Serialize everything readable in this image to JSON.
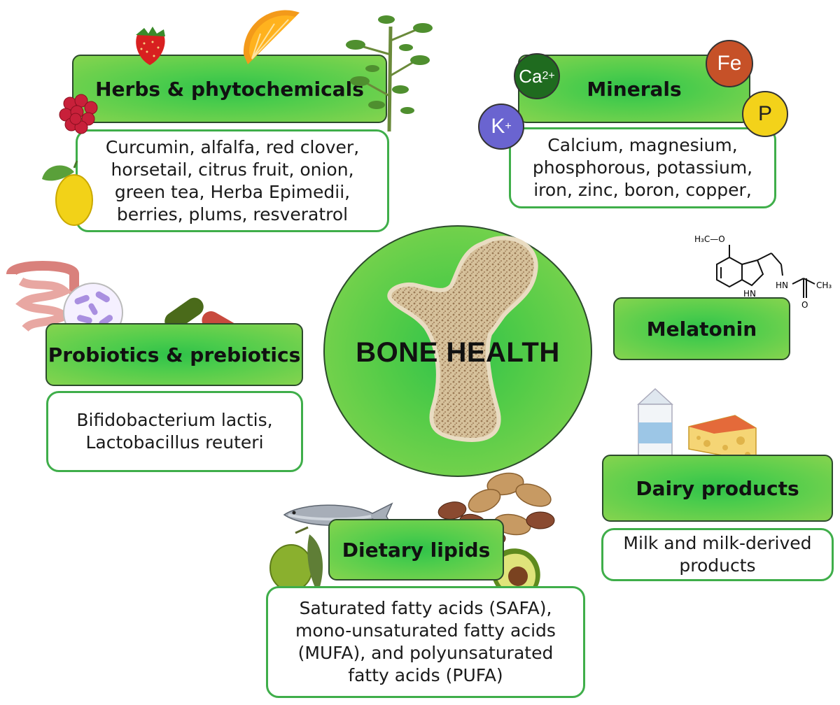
{
  "center": {
    "title": "BONE HEALTH"
  },
  "herbs": {
    "title": "Herbs & phytochemicals",
    "lines": [
      "Curcumin, alfalfa, red clover,",
      "horsetail, citrus fruit, onion,",
      "green tea, Herba Epimedii,",
      "berries, plums, resveratrol"
    ]
  },
  "minerals": {
    "title": "Minerals",
    "lines": [
      "Calcium, magnesium,",
      "phosphorous, potassium,",
      "iron, zinc, boron, copper,"
    ],
    "ions": {
      "ca": "Ca",
      "ca_charge": "2+",
      "fe": "Fe",
      "k": "K",
      "k_charge": "+",
      "p": "P"
    }
  },
  "melatonin": {
    "title": "Melatonin",
    "structure_labels": {
      "methoxy": "H₃C—O",
      "nh_ring": "HN",
      "nh_amide": "HN",
      "ch3": "CH₃",
      "oxygen": "O"
    }
  },
  "probiotics": {
    "title": "Probiotics & prebiotics",
    "lines": [
      "Bifidobacterium lactis,",
      "Lactobacillus reuteri"
    ]
  },
  "dairy": {
    "title": "Dairy products",
    "lines": [
      "Milk and milk-derived",
      "products"
    ]
  },
  "lipids": {
    "title": "Dietary lipids",
    "lines": [
      "Saturated fatty acids (SAFA),",
      "mono-unsaturated fatty acids",
      "(MUFA), and polyunsaturated",
      "fatty acids (PUFA)"
    ]
  },
  "colors": {
    "header_fill": "#4ccc4c",
    "box_border": "#3fae4a",
    "dark_outline": "#2c4a2c"
  },
  "icons": [
    "strawberry-icon",
    "orange-slice-icon",
    "raspberry-icon",
    "lemon-icon",
    "tomato-plant-icon",
    "intestine-icon",
    "bacteria-icon",
    "capsule-icon",
    "fish-icon",
    "peanuts-icon",
    "olive-icon",
    "avocado-icon",
    "milk-carton-icon",
    "cheese-icon",
    "femur-bone-icon",
    "melatonin-structure-icon"
  ]
}
